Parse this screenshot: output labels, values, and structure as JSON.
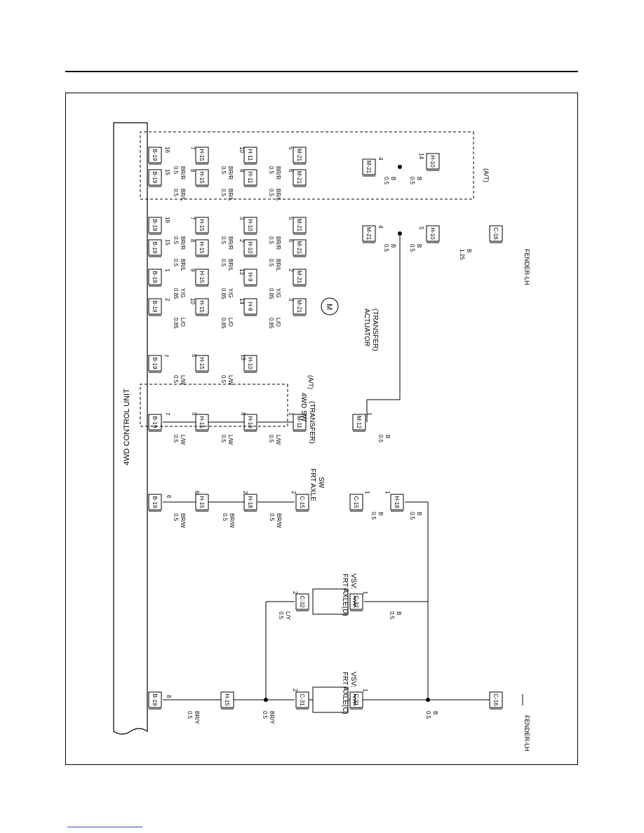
{
  "unit": {
    "title": "4WD CONTROL UNIT"
  },
  "ground_label": "FENDER-LH",
  "at_label": "(A/T)",
  "components": {
    "vsv_c": [
      "VSV:",
      "FRT AXLE(C)"
    ],
    "vsv_d": [
      "VSV:",
      "FRT AXLE(D)"
    ],
    "frt_axle_sw": [
      "FRT AXLE",
      "SW"
    ],
    "wd_sw": [
      "4WD SW",
      "(TRANSFER)"
    ],
    "actuator": [
      "ACTUATOR",
      "(TRANSFER)"
    ],
    "motor_symbol": "M"
  },
  "connectors": {
    "b19": "B-19",
    "h15": "H-15",
    "h18": "H-18",
    "h10": "H-10",
    "h9": "H-9",
    "h11": "H-11",
    "c31": "C-31",
    "c32": "C-32",
    "c15": "C-15",
    "c16": "C-16",
    "m11": "M-11",
    "m12": "M-12",
    "m21": "M-21"
  },
  "wires": {
    "g05": "0.5",
    "g085": "0.85",
    "g125": "1.25",
    "bry": "BR/Y",
    "ly": "L/Y",
    "b": "B",
    "brw": "BR/W",
    "lw": "L/W",
    "lo": "L/O",
    "yg": "Y/G",
    "brl": "BR/L",
    "brr": "BR/R"
  },
  "pins": {
    "p1": "1",
    "p2": "2",
    "p3": "3",
    "p4": "4",
    "p5": "5",
    "p6": "6",
    "p7": "7",
    "p8": "8",
    "p9": "9",
    "p10": "10",
    "p13": "13",
    "p14": "14",
    "p15": "15",
    "p16": "16"
  }
}
